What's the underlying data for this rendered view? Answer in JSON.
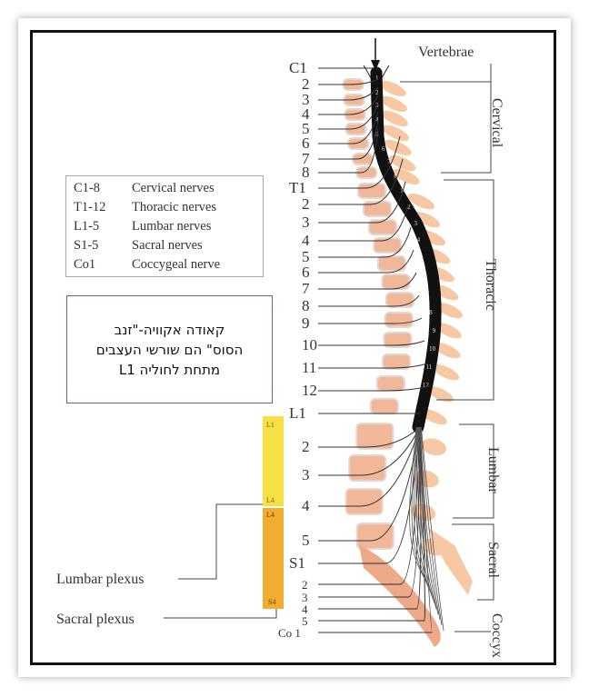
{
  "header": {
    "vertebrae_label": "Vertebrae"
  },
  "regions": {
    "cervical": "Cervical",
    "thoracic": "Thoracic",
    "lumbar": "Lumbar",
    "sacral": "Sacral",
    "coccyx": "Coccyx"
  },
  "nerve_labels": {
    "c": [
      "C1",
      "2",
      "3",
      "4",
      "5",
      "6",
      "7",
      "8"
    ],
    "t": [
      "T1",
      "2",
      "3",
      "4",
      "5",
      "6",
      "7",
      "8",
      "9",
      "10",
      "11",
      "12"
    ],
    "l": [
      "L1",
      "2",
      "3",
      "4",
      "5"
    ],
    "s": [
      "S1",
      "2",
      "3",
      "4",
      "5"
    ],
    "co": [
      "Co 1"
    ]
  },
  "cord_segments": [
    "1",
    "2",
    "3",
    "4",
    "5",
    "6",
    "7",
    "8",
    "1",
    "2",
    "3",
    "4",
    "5",
    "6",
    "7",
    "8",
    "9",
    "10",
    "11",
    "12"
  ],
  "legend": [
    {
      "code": "C1-8",
      "name": "Cervical nerves"
    },
    {
      "code": "T1-12",
      "name": "Thoracic nerves"
    },
    {
      "code": "L1-5",
      "name": "Lumbar nerves"
    },
    {
      "code": "S1-5",
      "name": "Sacral nerves"
    },
    {
      "code": "Co1",
      "name": "Coccygeal nerve"
    }
  ],
  "note": {
    "line1": "קאודה אקוויה-\"זנב",
    "line2": "הסוס\" הם שורשי העצבים",
    "line3": "מתחת לחוליה L1"
  },
  "plexus": {
    "lumbar_label": "Lumbar plexus",
    "sacral_label": "Sacral plexus",
    "bar_labels": {
      "l1": "L1",
      "l4_top": "L4",
      "l4_bottom": "L4",
      "s4": "S4"
    },
    "colors": {
      "lumbar": "#f7e046",
      "sacral": "#f2ad30"
    }
  }
}
